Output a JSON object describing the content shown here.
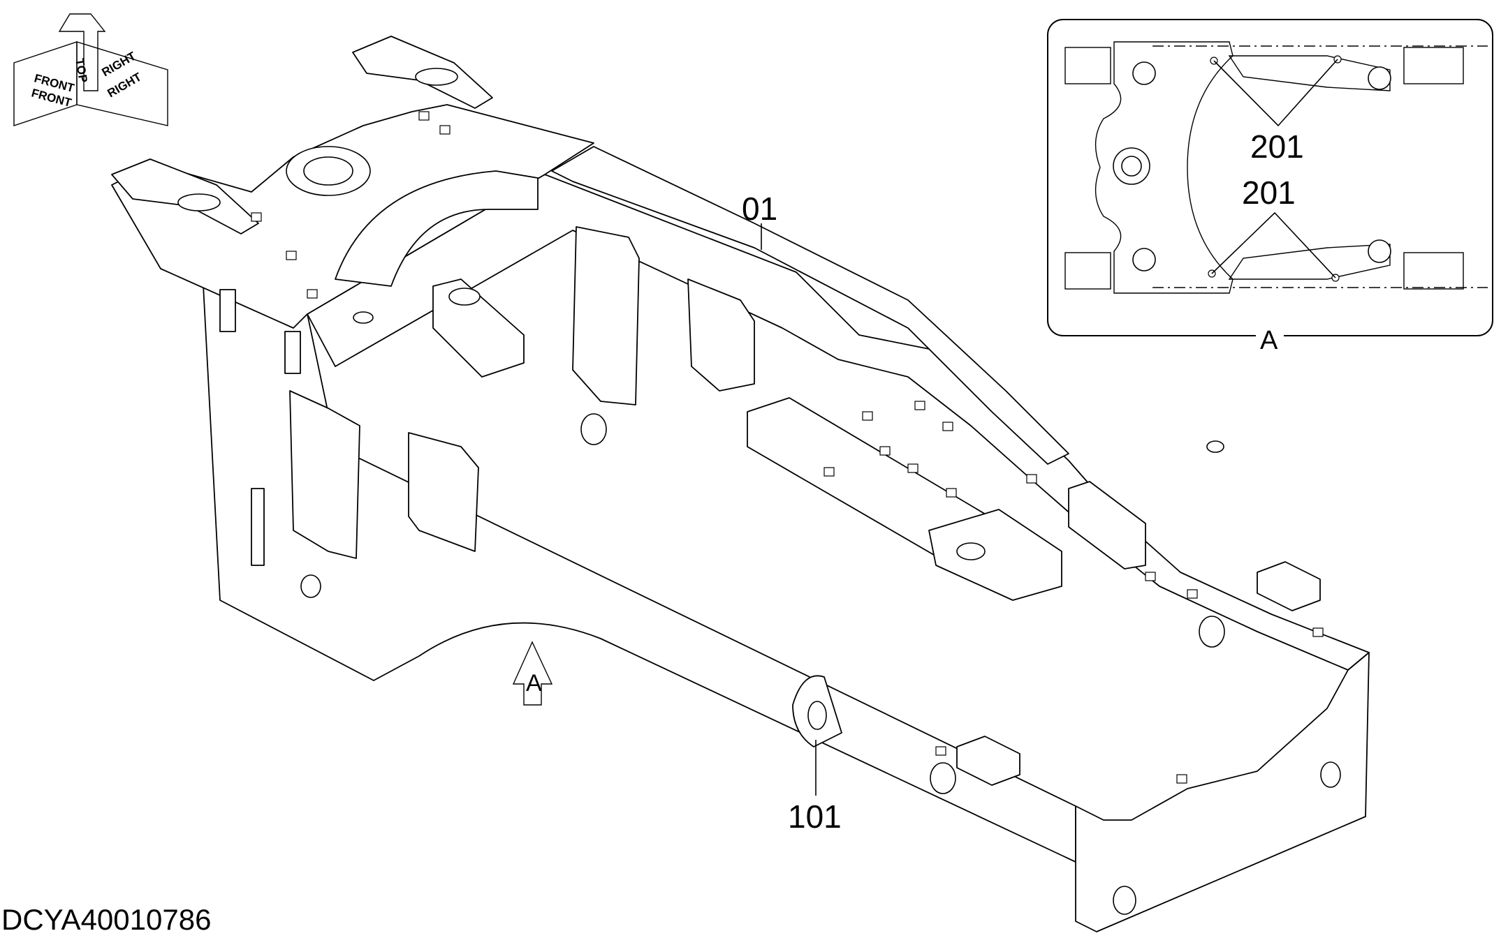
{
  "diagram": {
    "document_id": "DCYA40010786",
    "orientation_labels": {
      "front1": "FRONT",
      "front2": "FRONT",
      "top": "TOP",
      "right1": "RIGHT",
      "right2": "RIGHT"
    },
    "view_marker": "A",
    "callouts": {
      "main_frame": "01",
      "lug": "101",
      "inset_upper": "201",
      "inset_lower": "201",
      "inset_view": "A"
    }
  }
}
